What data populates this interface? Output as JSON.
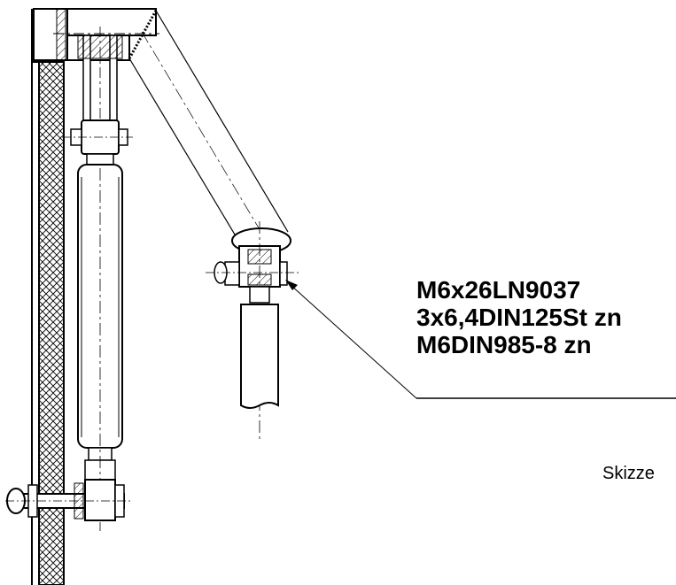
{
  "parts": {
    "line1": "M6x26LN9037",
    "line2": "3x6,4DIN125St zn",
    "line3": "M6DIN985-8 zn"
  },
  "caption": "Skizze",
  "colors": {
    "ink": "#000000",
    "background": "#ffffff"
  }
}
